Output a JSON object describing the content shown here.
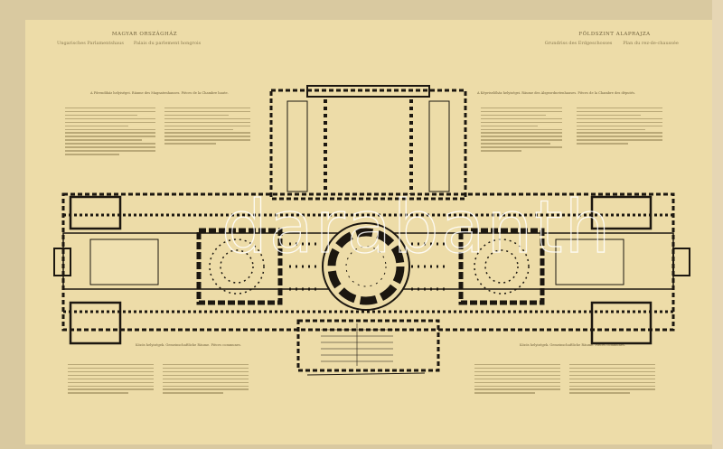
{
  "header_left": {
    "title": "MAGYAR ORSZÁGHÁZ",
    "subtitle_de": "Ungarisches Parlamentshaus",
    "subtitle_fr": "Palais du parlement hongrois"
  },
  "header_right": {
    "title": "FÖLDSZINT ALAPRAJZA",
    "subtitle_de": "Grundriss des Erdgeschosses",
    "subtitle_fr": "Plan du rez-de-chaussée"
  },
  "captions": {
    "upper_house": "A Főrendiház helyiségei. Räume des Magnatenhauses. Pièces de la Chambre haute.",
    "lower_house": "A Képviselőház helyiségei. Räume des Abgeordnetenhauses. Pièces de la Chambre des députés.",
    "common_left": "Közös helyiségek. Gemeinschaftliche Räume. Pièces communes.",
    "common_right": "Közös helyiségek. Gemeinschaftliche Räume. Pièces communes."
  },
  "watermark": "darabanth",
  "colors": {
    "paper": "#eddca8",
    "ink": "#1c1710"
  }
}
